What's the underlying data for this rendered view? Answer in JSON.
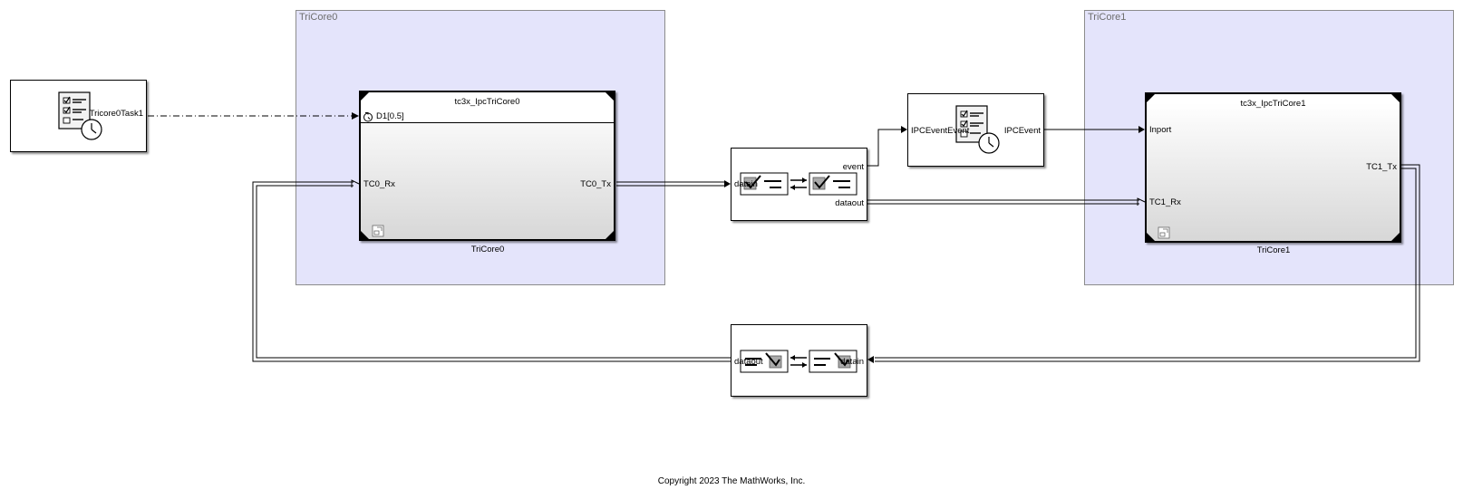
{
  "areas": {
    "tricore0": "TriCore0",
    "tricore1": "TriCore1"
  },
  "task_block": {
    "port_out": "Tricore0Task1",
    "icon": "task-scheduler-icon"
  },
  "model0": {
    "model_name": "tc3x_IpcTriCore0",
    "port_trigger": "D1[0.5]",
    "port_in": "TC0_Rx",
    "port_out": "TC0_Tx",
    "caption": "TriCore0"
  },
  "sender": {
    "port_in": "datain",
    "port_out_event": "event",
    "port_out_data": "dataout"
  },
  "event_block": {
    "port_in": "IPCEventEvent",
    "port_out": "IPCEvent",
    "icon": "task-scheduler-icon"
  },
  "model1": {
    "model_name": "tc3x_IpcTriCore1",
    "port_in_trigger": "Inport",
    "port_in": "TC1_Rx",
    "port_out": "TC1_Tx",
    "caption": "TriCore1"
  },
  "receiver": {
    "port_in": "datain",
    "port_out": "dataout"
  },
  "copyright": "Copyright 2023 The MathWorks, Inc."
}
